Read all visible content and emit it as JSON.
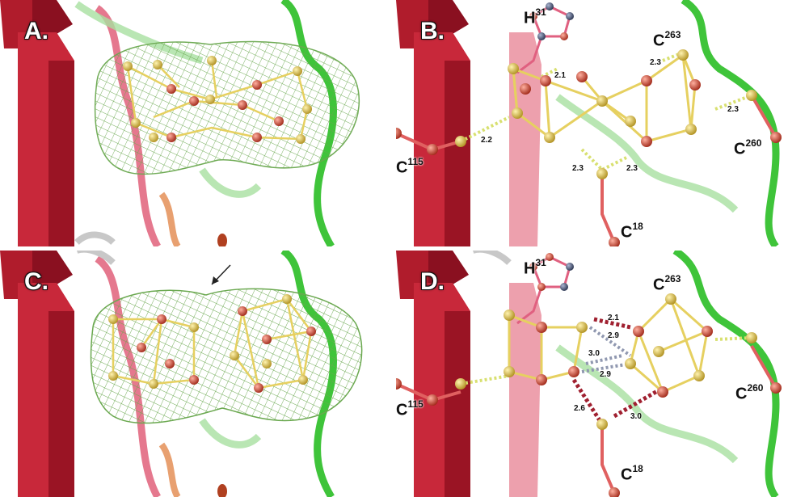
{
  "panels": [
    {
      "letter": "A.",
      "labels": []
    },
    {
      "letter": "B.",
      "labels": [
        {
          "id": "h31",
          "res": "H",
          "num": "31"
        },
        {
          "id": "c263",
          "res": "C",
          "num": "263"
        },
        {
          "id": "c260",
          "res": "C",
          "num": "260"
        },
        {
          "id": "c115",
          "res": "C",
          "num": "115"
        },
        {
          "id": "c18",
          "res": "C",
          "num": "18"
        }
      ],
      "distances": [
        "2.1",
        "2.3",
        "2.3",
        "2.2",
        "2.3",
        "2.3"
      ]
    },
    {
      "letter": "C.",
      "labels": []
    },
    {
      "letter": "D.",
      "labels": [
        {
          "id": "h31",
          "res": "H",
          "num": "31"
        },
        {
          "id": "c263",
          "res": "C",
          "num": "263"
        },
        {
          "id": "c260",
          "res": "C",
          "num": "260"
        },
        {
          "id": "c115",
          "res": "C",
          "num": "115"
        },
        {
          "id": "c18",
          "res": "C",
          "num": "18"
        }
      ],
      "distances": [
        "2.1",
        "2.9",
        "3.0",
        "2.9",
        "2.6",
        "3.0"
      ]
    }
  ],
  "colors": {
    "strand_red": "#c8283a",
    "strand_dark": "#8a1020",
    "coil_green": "#3fc43a",
    "coil_pink": "#e0607a",
    "mesh_green": "#6aa84f",
    "sulfur": "#d8c050",
    "iron": "#c84a3a",
    "bond_yellow": "#e6d060",
    "water_blue": "#5a6a88",
    "hbond_yellow": "#d8e070",
    "hbond_red": "#a02030",
    "hbond_grey": "#9098b0"
  }
}
